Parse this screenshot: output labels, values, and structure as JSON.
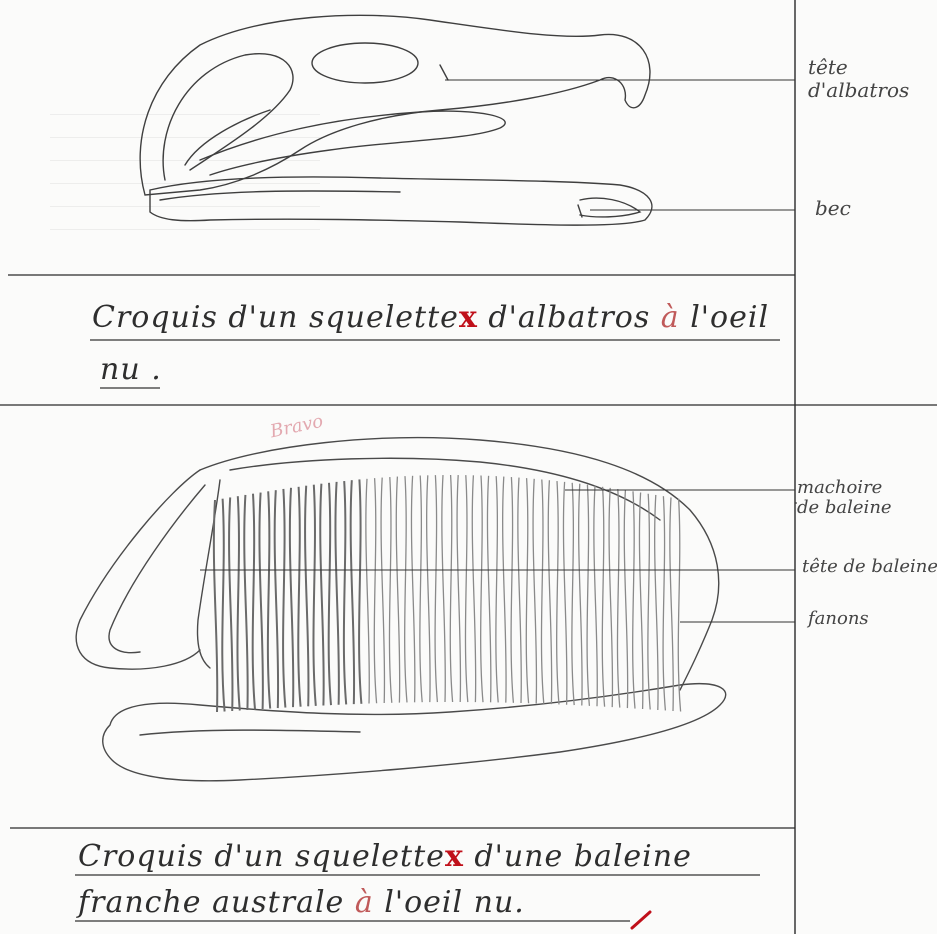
{
  "top_section": {
    "labels": {
      "head": "tête\nd'albatros",
      "beak": "bec"
    },
    "caption": {
      "line1_a": "Croquis d'un squelette",
      "mark": "x",
      "line1_b": " d'albatros ",
      "accent_char": "à",
      "line1_c": " l'oeil",
      "line2": "nu",
      "line2_end": " ."
    }
  },
  "bottom_section": {
    "stamp": "Bravo",
    "labels": {
      "jaw": "machoire\nde baleine",
      "head": "tête de baleine",
      "baleen": "fanons"
    },
    "caption": {
      "line1_a": "Croquis d'un squelette",
      "mark": "x",
      "line1_b": " d'une baleine",
      "line2_a": "franche australe ",
      "accent_char": "à",
      "line2_b": " l'oeil nu."
    }
  },
  "colors": {
    "paper": "#fbfbfa",
    "pencil": "#3a3a3a",
    "correction_red": "#c0101a",
    "rule": "#2a2a2a"
  }
}
